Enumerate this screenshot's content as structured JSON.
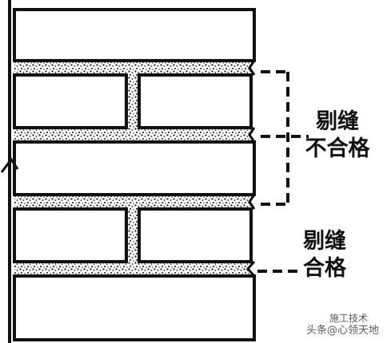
{
  "labels": {
    "bad_joint": [
      "剔缝",
      "不合格"
    ],
    "good_joint": [
      "剔缝",
      "合格"
    ]
  },
  "watermark": {
    "line1": "施工技术",
    "line2": "头条@心领天地"
  },
  "colors": {
    "ink": "#111111",
    "brick_fill": "#ffffff",
    "mortar_speckle": "#111111"
  }
}
